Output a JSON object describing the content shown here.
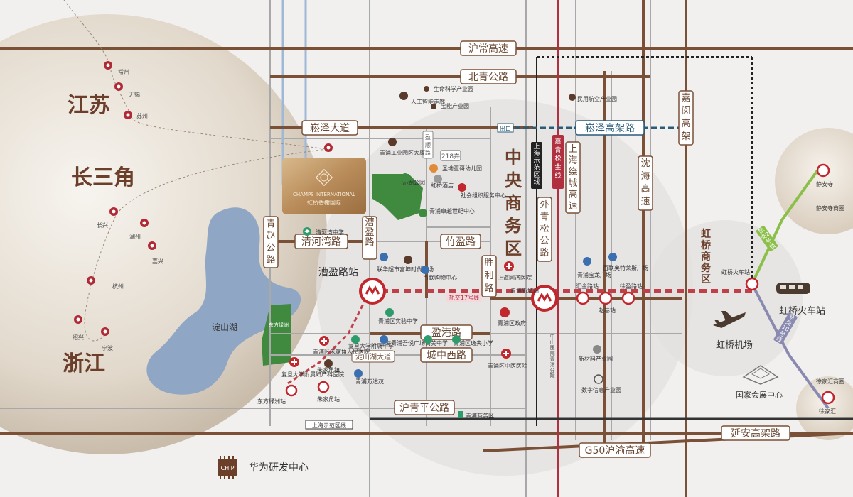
{
  "regions": {
    "jiangsu": "江苏",
    "yangtze_delta": "长三角",
    "zhejiang": "浙江",
    "cbd": "中央商务区",
    "hongqiao_cbd": "虹桥商务区"
  },
  "cities": {
    "changzhou": "常州",
    "wuxi": "无锡",
    "suzhou": "苏州",
    "changxing": "长兴",
    "huzhou": "湖州",
    "jiaxing": "嘉兴",
    "hangzhou": "杭州",
    "shaoxing": "绍兴",
    "ningbo": "宁波"
  },
  "roads": {
    "huchang": "沪常高速",
    "beiqing": "北青公路",
    "songze_blvd": "崧泽大道",
    "songze_elevated": "崧泽高架路",
    "jiamin": "嘉闵高架",
    "qingzhao": "青赵公路",
    "qinghewan": "清河湾路",
    "caoying": "漕盈路",
    "zhuying": "竹盈路",
    "shengli": "胜利路",
    "waiqingsong": "外青松公路",
    "shanghai_ring": "上海绕城高速",
    "shenhai": "沈海高速",
    "yinggang": "盈港路",
    "chengzhong_w": "城中西路",
    "dianshanhu_blvd": "淀山湖大道",
    "huqingping": "沪青平公路",
    "g50": "G50沪渝高速",
    "yanan_elevated": "延安高架路",
    "r218": "218弄",
    "yingdun": "盈顺路",
    "exit": "出口"
  },
  "lines": {
    "demo_line_v": "上海示范区线",
    "demo_line_h": "上海示范区线",
    "jiaqing_line": "嘉青松金线",
    "line17": "轨交17号线",
    "line2": "轨交2号线",
    "line10": "轨交10号线"
  },
  "stations": {
    "caoying_station": "漕盈路站",
    "hongqiao_rail": "虹桥火车站",
    "hongqiao_airport": "虹桥机场",
    "huijin": "汇金路站",
    "xuying": "徐盈路站",
    "zhaoxiang": "赵巷站",
    "dongfang_lvzhou": "东方绿洲站",
    "zhujiajiao": "朱家角站",
    "qingpu_newtown": "青浦新城站",
    "jingan": "静安寺",
    "xujiahui": "徐家汇",
    "hongqiao_station_small": "虹桥火车站"
  },
  "pois": {
    "qinghewan_school": "清河湾中学",
    "qingpu_industrial": "青浦工业园区大厦",
    "life_science": "生命科学产业园",
    "ai_town": "人工智能走廊",
    "baoneng": "宝能产业园",
    "civil_aviation": "民用航空产业园",
    "kindergarten": "圣地亚哥幼儿园",
    "qinyuan_park": "沁湖公园",
    "hongqiao_hotel": "虹桥酒店",
    "social_org": "社会组织服务中心",
    "qingpu_pavilion": "青浦卓越世纪中心",
    "lianhua": "联华超市",
    "huading": "富坤时代广场",
    "bailian": "百联购物中心",
    "tongji_hospital": "上海同济医院",
    "qingpu_govt": "青浦区政府",
    "experimental_school": "青浦区实验中学",
    "wanda": "青浦宝龙广场",
    "bailian_outlets": "百联奥特莱斯广场",
    "zhujiajiao_hospital": "青浦区朱家角人民医院",
    "fudan_attached": "复旦大学附属中学",
    "shanghai_huiyou": "上海青浦吾悦广场",
    "shanghai_school": "尚美中学",
    "qingpu_escort": "青浦区逸夫小学",
    "qingpu_chinese_hospital": "青浦区中医医院",
    "fudan_obgyn": "复旦大学附属妇产科医院",
    "zhujiajiao_town": "朱家角镇",
    "wanda_plaza": "青浦万达茂",
    "new_materials": "新材料产业园",
    "digital_info": "数字信息产业园",
    "shanghai_qingpu_hospital": "中山医院青浦分院",
    "qingpu_cbd_south": "青浦商务区",
    "jingan_cbd": "静安寺商圈",
    "xujiahui_cbd": "徐家汇商圈",
    "national_expo": "国家会展中心",
    "huawei": "华为研发中心",
    "chip": "CHIP"
  },
  "lake": "淀山湖",
  "green": "东方绿洲",
  "project": {
    "name_en": "CHAMPS INTERNATIONAL",
    "name_cn": "虹桥香榭国际"
  }
}
